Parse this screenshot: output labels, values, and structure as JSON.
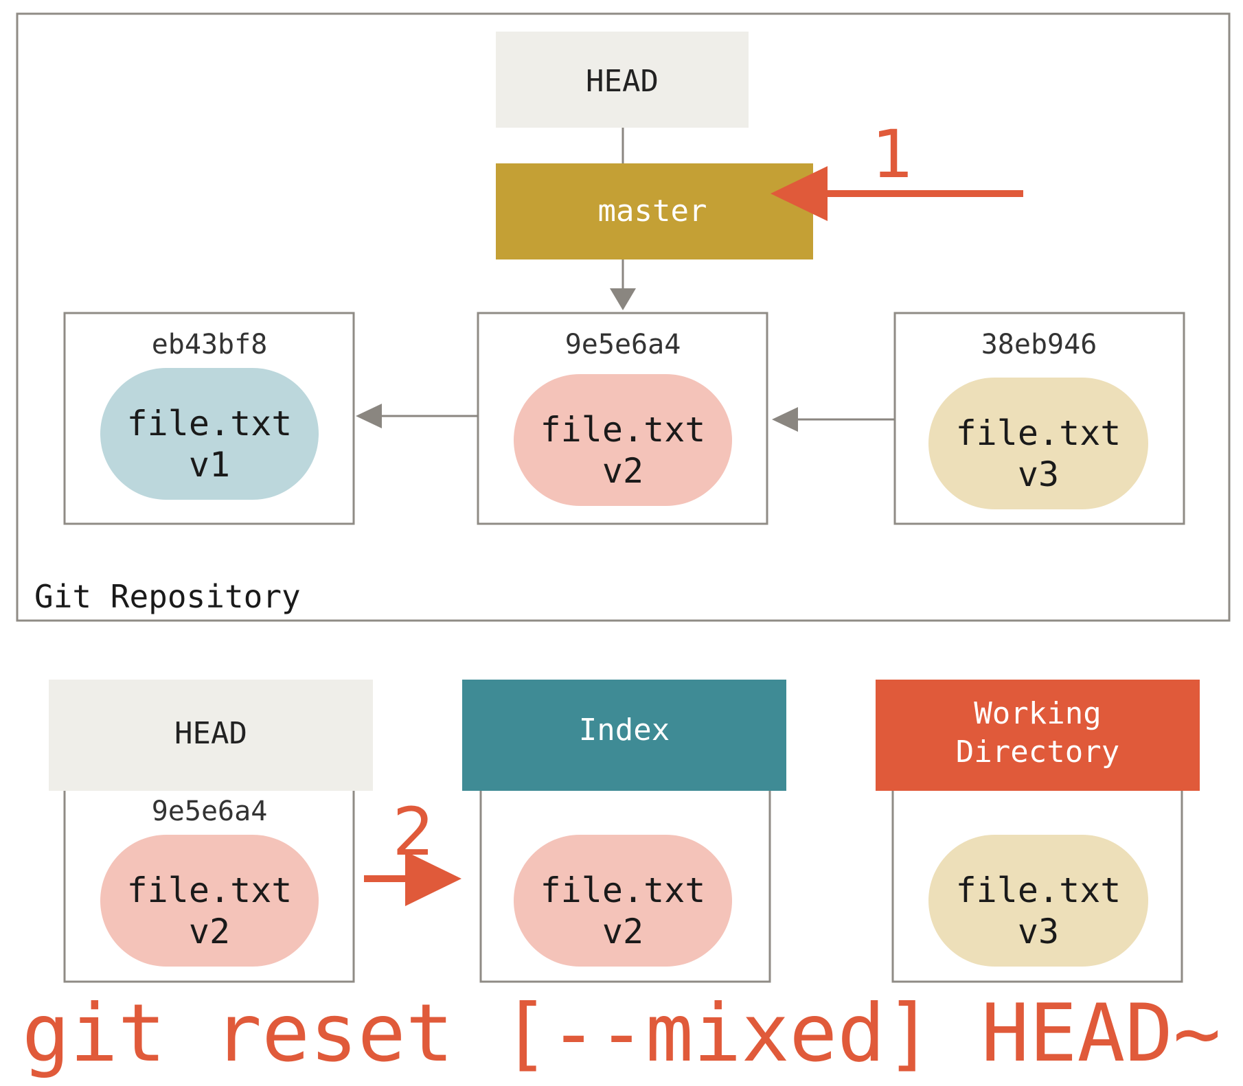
{
  "repository": {
    "label": "Git Repository",
    "head_label": "HEAD",
    "branch_label": "master",
    "step1_marker": "1",
    "commits": [
      {
        "hash": "eb43bf8",
        "file": "file.txt",
        "version": "v1"
      },
      {
        "hash": "9e5e6a4",
        "file": "file.txt",
        "version": "v2"
      },
      {
        "hash": "38eb946",
        "file": "file.txt",
        "version": "v3"
      }
    ]
  },
  "areas": {
    "head": {
      "label": "HEAD",
      "hash": "9e5e6a4",
      "file": "file.txt",
      "version": "v2"
    },
    "index": {
      "label": "Index",
      "file": "file.txt",
      "version": "v2"
    },
    "working": {
      "label_line1": "Working",
      "label_line2": "Directory",
      "file": "file.txt",
      "version": "v3"
    },
    "step2_marker": "2"
  },
  "command": "git reset [--mixed] HEAD~",
  "colors": {
    "head_bg": "#efeee9",
    "master_bg": "#c4a035",
    "index_bg": "#3f8b95",
    "working_bg": "#e05a3a",
    "v1_fill": "#bcd7dc",
    "v2_fill": "#f4c3b9",
    "v3_fill": "#eddfb9",
    "accent_red": "#e05a3a",
    "line_gray": "#8a8680"
  }
}
